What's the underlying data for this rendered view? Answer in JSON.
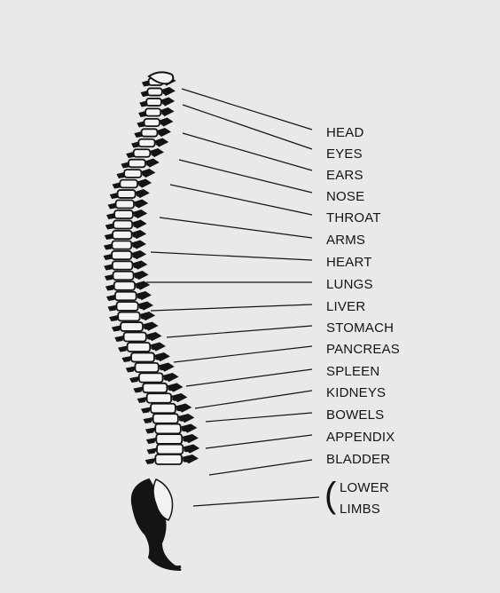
{
  "labels": [
    "HEAD",
    "EYES",
    "EARS",
    "NOSE",
    "THROAT",
    "ARMS",
    "HEART",
    "LUNGS",
    "LIVER",
    "STOMACH",
    "PANCREAS",
    "SPLEEN",
    "KIDNEYS",
    "BOWELS",
    "APPENDIX",
    "BLADDER"
  ],
  "lower_limbs": {
    "line1": "LOWER",
    "line2": "LIMBS"
  },
  "colors": {
    "background": "#e9e9e8",
    "ink": "#141414"
  }
}
